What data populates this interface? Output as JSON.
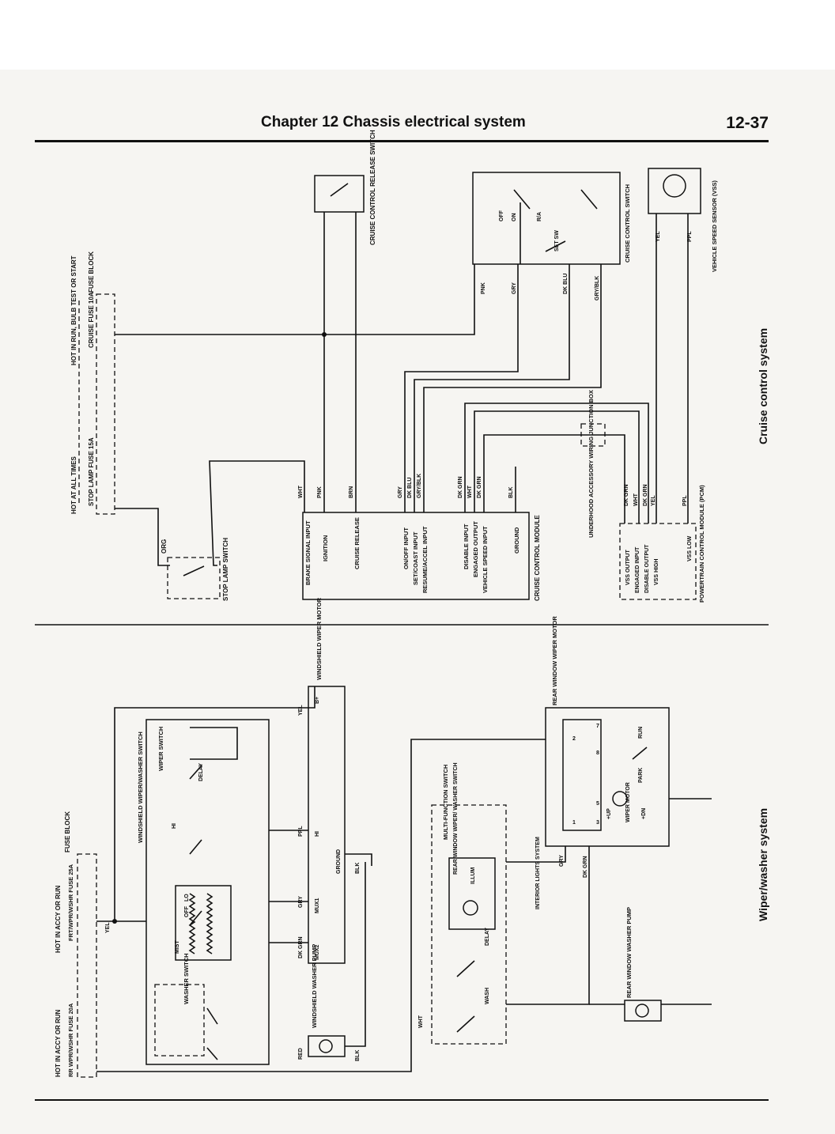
{
  "header": {
    "chapter_title": "Chapter 12  Chassis electrical system",
    "page_number": "12-37"
  },
  "sections": {
    "cruise": "Cruise control system",
    "wiper": "Wiper/washer system"
  },
  "cruise": {
    "fuse_block": "FUSE BLOCK",
    "hot_always": "HOT AT ALL TIMES",
    "stop_fuse": "STOP LAMP FUSE 15A",
    "hot_run": "HOT IN RUN, BULB TEST OR START",
    "cruise_fuse": "CRUISE FUSE 10A",
    "release_switch": "CRUISE CONTROL RELEASE SWITCH",
    "stop_switch": "STOP LAMP SWITCH",
    "module": "CRUISE CONTROL MODULE",
    "module_inputs": [
      "BRAKE SIGNAL INPUT",
      "IGNITION",
      "CRUISE RELEASE",
      "ON/OFF INPUT",
      "SET/COAST INPUT",
      "RESUME/ACCEL INPUT",
      "DISABLE INPUT",
      "ENGAGED OUTPUT",
      "VEHICLE SPEED INPUT",
      "GROUND"
    ],
    "module_wires": [
      "WHT",
      "PNK",
      "BRN",
      "GRY",
      "DK BLU",
      "GRY/BLK",
      "DK GRN",
      "WHT",
      "DK GRN",
      "BLK"
    ],
    "junction": "UNDERHOOD ACCESSORY WIRING JUNCTION BOX",
    "pcm": "POWERTRAIN CONTROL MODULE (PCM)",
    "pcm_pins": [
      "VSS OUTPUT",
      "ENGAGED INPUT",
      "DISABLE OUTPUT",
      "VSS HIGH",
      "VSS LOW"
    ],
    "pcm_wires": [
      "DK GRN",
      "WHT",
      "DK GRN",
      "YEL",
      "PPL"
    ],
    "control_switch": "CRUISE CONTROL SWITCH",
    "switch_labels": [
      "OFF",
      "ON",
      "R/A",
      "SET SW"
    ],
    "switch_wires": [
      "PNK",
      "GRY",
      "DK BLU",
      "GRY/BLK"
    ],
    "vss": "VEHICLE SPEED SENSOR (VSS)",
    "vss_wires": [
      "YEL",
      "PPL"
    ],
    "wire_org": "ORG"
  },
  "wiper": {
    "hot_acc1": "HOT IN ACCY OR RUN",
    "rr_fuse": "RR WPR/WSHR FUSE 20A",
    "hot_acc2": "HOT IN ACCY OR RUN",
    "frt_fuse": "FRT/WPR/WSHR FUSE 25A",
    "fuse_block": "FUSE BLOCK",
    "ww_switch": "WINDSHIELD WIPER/WASHER SWITCH",
    "washer_switch": "WASHER SWITCH",
    "wiper_switch": "WIPER SWITCH",
    "pump": "WINDSHIELD WASHER PUMP",
    "wiper_motor": "WINDSHIELD WIPER MOTOR",
    "motor_pins": [
      "MUX2",
      "MUX1",
      "GROUND",
      "HI",
      "B+"
    ],
    "motor_wires": [
      "DK GRN",
      "GRY",
      "BLK",
      "PPL",
      "YEL"
    ],
    "switch_labels": [
      "MIST",
      "OFF",
      "LO",
      "HI",
      "DELAY"
    ],
    "multi_switch": "MULTI-FUNCTION SWITCH",
    "rear_switch": "REAR WINDOW WIPER/ WASHER SWITCH",
    "multi_labels": [
      "WASH",
      "DELAY",
      "ILLUM"
    ],
    "interior": "INTERIOR LIGHTS SYSTEM",
    "rear_motor": "REAR WINDOW WIPER MOTOR",
    "rear_pump": "REAR WINDOW WASHER PUMP",
    "rear_motor_labels": [
      "WIPER MOTOR",
      "PARK",
      "RUN",
      "+UP",
      "+DN"
    ],
    "rear_pins": [
      "1",
      "3",
      "5",
      "8",
      "2",
      "7"
    ],
    "wires": [
      "RED",
      "BLK",
      "YEL",
      "WHT",
      "GRY",
      "DK GRN"
    ]
  }
}
